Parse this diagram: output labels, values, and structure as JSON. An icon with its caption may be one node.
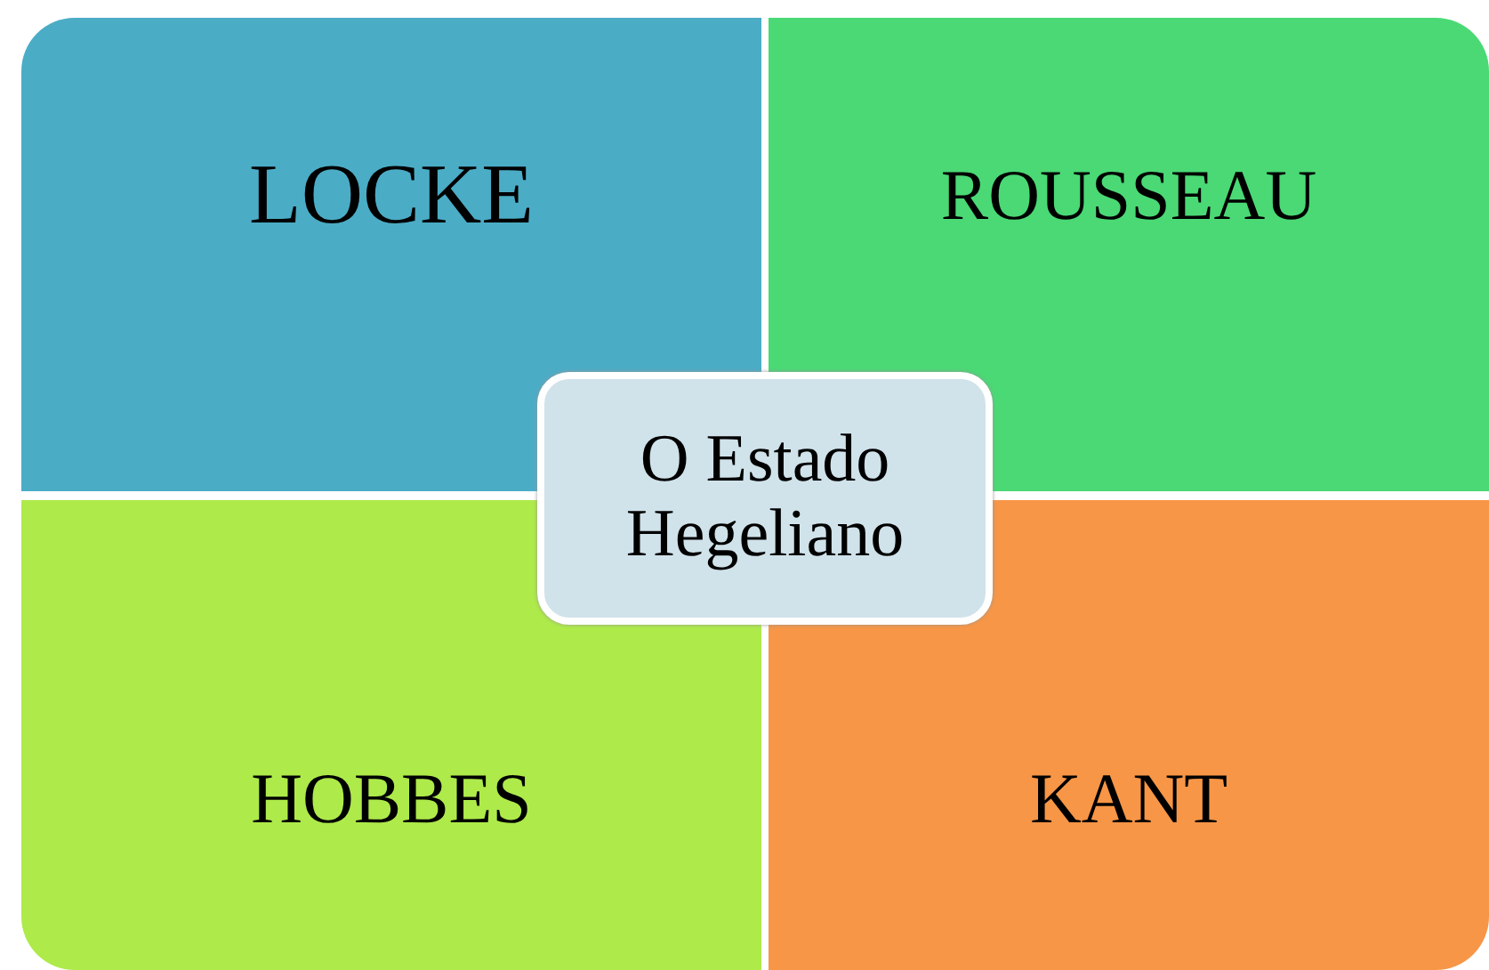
{
  "diagram": {
    "nodes": [
      {
        "text": [
          "LOCKE"
        ]
      },
      {
        "text": [
          "ROUSSEAU"
        ]
      },
      {
        "text": [
          "HOBBES"
        ]
      },
      {
        "text": [
          "KANT"
        ]
      },
      {
        "text": [
          "O Estado Hegeliano"
        ]
      }
    ]
  }
}
